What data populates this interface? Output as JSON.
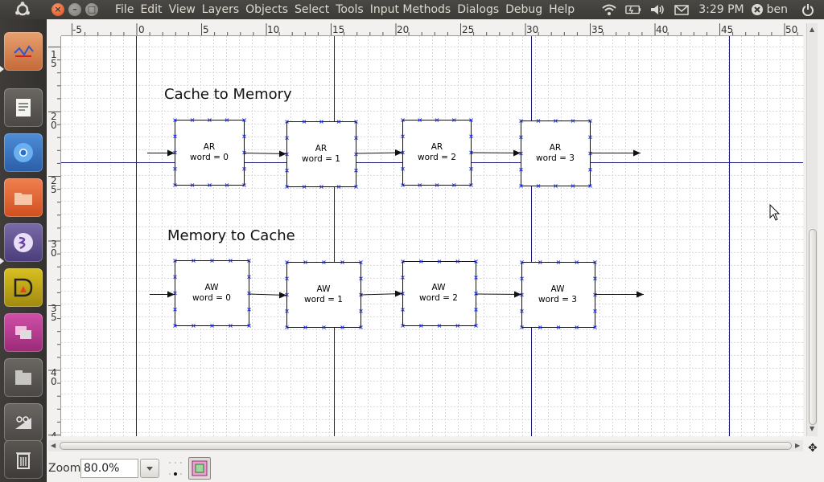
{
  "menubar": {
    "items": [
      "File",
      "Edit",
      "View",
      "Layers",
      "Objects",
      "Select",
      "Tools",
      "Input Methods",
      "Dialogs",
      "Debug",
      "Help"
    ]
  },
  "tray": {
    "clock": "3:29 PM",
    "user": "ben",
    "icons": [
      "wifi-icon",
      "battery-icon",
      "volume-icon",
      "mail-icon",
      "user-icon",
      "power-icon"
    ]
  },
  "launcher": {
    "apps": [
      "dia-app-icon",
      "text-editor-icon",
      "chromium-icon",
      "file-manager-icon",
      "emacs-icon",
      "inkscape-icon",
      "presentation-icon",
      "files-icon",
      "screenshot-icon",
      "trash-icon"
    ]
  },
  "ruler": {
    "h_labels": [
      "-5",
      "0",
      "5",
      "10",
      "15",
      "20",
      "25",
      "30",
      "35",
      "40",
      "45",
      "50"
    ],
    "v_labels": [
      "15",
      "20",
      "25",
      "30",
      "35",
      "40",
      "4"
    ]
  },
  "diagram": {
    "section1_title": "Cache to Memory",
    "section2_title": "Memory to Cache",
    "ar_boxes": [
      {
        "l1": "AR",
        "l2": "word = 0"
      },
      {
        "l1": "AR",
        "l2": "word = 1"
      },
      {
        "l1": "AR",
        "l2": "word = 2"
      },
      {
        "l1": "AR",
        "l2": "word = 3"
      }
    ],
    "aw_boxes": [
      {
        "l1": "AW",
        "l2": "word = 0"
      },
      {
        "l1": "AW",
        "l2": "word = 1"
      },
      {
        "l1": "AW",
        "l2": "word = 2"
      },
      {
        "l1": "AW",
        "l2": "word = 3"
      }
    ]
  },
  "statusbar": {
    "zoom_label": "Zoom",
    "zoom_value": "80.0%"
  },
  "colors": {
    "guide": "#1a1a80",
    "grid": "#d9d9d9",
    "handle": "#2233dd",
    "panel": "#3c3b37",
    "close": "#df4a16"
  }
}
